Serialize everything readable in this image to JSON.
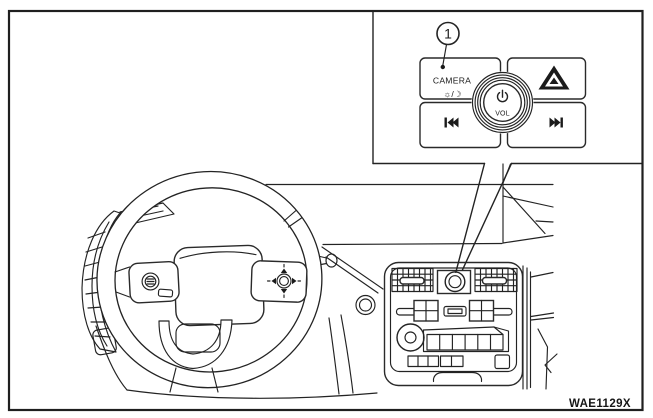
{
  "figure": {
    "code": "WAE1129X",
    "callout": {
      "number": "1",
      "panel": {
        "camera_button": {
          "label": "CAMERA",
          "sublabel": "☼/☽",
          "icon": "day-night-brightness-icon"
        },
        "hazard_button": {
          "icon": "hazard-warning-triangle-icon"
        },
        "volume_knob": {
          "label": "VOL",
          "icon": "power-icon"
        },
        "previous_track_button": {
          "icon": "previous-track-icon"
        },
        "next_track_button": {
          "icon": "next-track-icon"
        }
      }
    },
    "scene": {
      "pointer_target": "center-console-camera-volume-knob"
    },
    "line_color": "#232323",
    "background_color": "#ffffff"
  }
}
